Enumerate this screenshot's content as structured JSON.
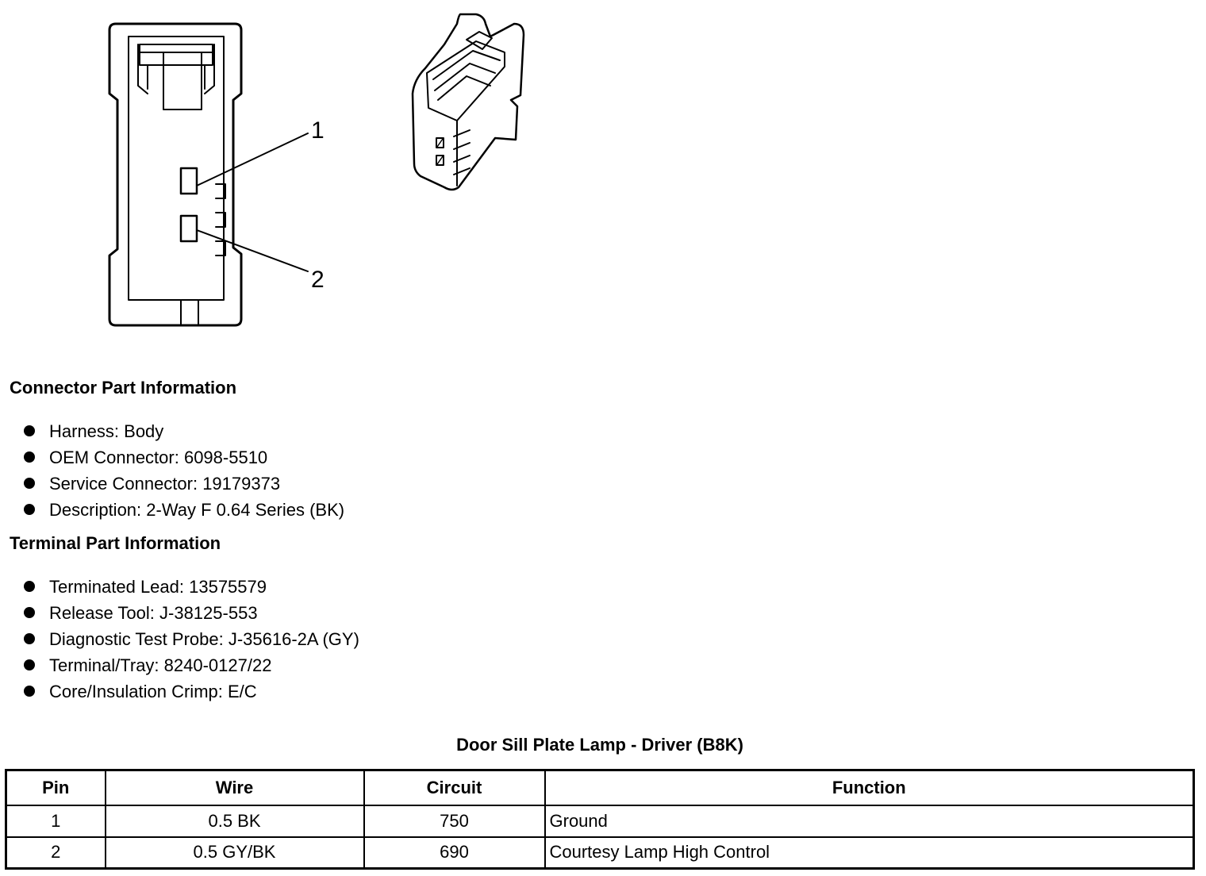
{
  "figure": {
    "callouts": [
      "1",
      "2"
    ]
  },
  "connector_info": {
    "heading": "Connector Part Information",
    "items": [
      "Harness: Body",
      "OEM Connector: 6098-5510",
      "Service Connector: 19179373",
      "Description: 2-Way F 0.64 Series (BK)"
    ]
  },
  "terminal_info": {
    "heading": "Terminal Part Information",
    "items": [
      "Terminated Lead: 13575579",
      "Release Tool: J-38125-553",
      "Diagnostic Test Probe: J-35616-2A (GY)",
      "Terminal/Tray: 8240-0127/22",
      "Core/Insulation Crimp: E/C"
    ]
  },
  "table": {
    "title": "Door Sill Plate Lamp - Driver (B8K)",
    "headers": [
      "Pin",
      "Wire",
      "Circuit",
      "Function"
    ],
    "rows": [
      [
        "1",
        "0.5 BK",
        "750",
        "Ground"
      ],
      [
        "2",
        "0.5 GY/BK",
        "690",
        "Courtesy Lamp High Control"
      ]
    ]
  }
}
